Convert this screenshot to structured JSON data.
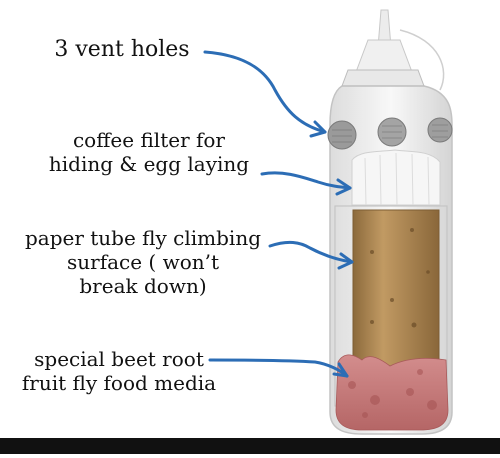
{
  "labels": {
    "vent_holes": "3 vent holes",
    "coffee_filter_line1": "coffee filter for",
    "coffee_filter_line2": "hiding & egg laying",
    "paper_tube_line1": "paper tube fly climbing",
    "paper_tube_line2": "surface ( won’t",
    "paper_tube_line3": "break down)",
    "food_line1": "special beet root",
    "food_line2": "fruit fly food media"
  },
  "colors": {
    "arrow": "#2c6db5",
    "text": "#111111",
    "tube": "#b08a55",
    "media": "#c97a7a",
    "filter": "#f4f4f4"
  }
}
